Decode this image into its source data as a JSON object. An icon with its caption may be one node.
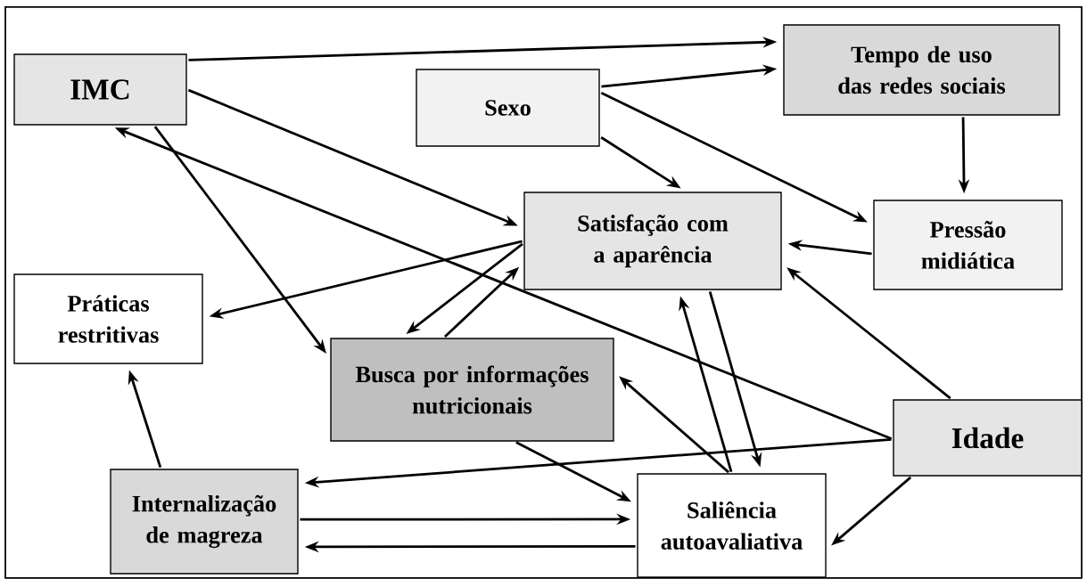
{
  "diagram": {
    "nodes": [
      {
        "text": [
          "IMC"
        ]
      },
      {
        "text": [
          "Sexo"
        ]
      },
      {
        "text": [
          "Tempo de uso das redes sociais"
        ]
      },
      {
        "text": [
          "Satisfação com a aparência"
        ]
      },
      {
        "text": [
          "Pressão midiática"
        ]
      },
      {
        "text": [
          "Práticas restritivas"
        ]
      },
      {
        "text": [
          "Busca por informações nutricionais"
        ]
      },
      {
        "text": [
          "Idade"
        ]
      },
      {
        "text": [
          "Internalização de magreza"
        ]
      },
      {
        "text": [
          "Saliência autoavaliativa"
        ]
      }
    ],
    "edges": [
      {
        "from": 0,
        "to": 2,
        "arrow": "to"
      },
      {
        "from": 1,
        "to": 2,
        "arrow": "to"
      },
      {
        "from": 0,
        "to": 3,
        "arrow": "to"
      },
      {
        "from": 0,
        "to": 6,
        "arrow": "to"
      },
      {
        "from": 7,
        "to": 0,
        "arrow": "to"
      },
      {
        "from": 1,
        "to": 3,
        "arrow": "to"
      },
      {
        "from": 1,
        "to": 4,
        "arrow": "to"
      },
      {
        "from": 2,
        "to": 4,
        "arrow": "to"
      },
      {
        "from": 4,
        "to": 3,
        "arrow": "to"
      },
      {
        "from": 3,
        "to": 5,
        "arrow": "to"
      },
      {
        "from": 3,
        "to": 6,
        "arrow": "to"
      },
      {
        "from": 6,
        "to": 3,
        "arrow": "to"
      },
      {
        "from": 7,
        "to": 3,
        "arrow": "to"
      },
      {
        "from": 6,
        "to": 9,
        "arrow": "to"
      },
      {
        "from": 7,
        "to": 8,
        "arrow": "to"
      },
      {
        "from": 9,
        "to": 3,
        "arrow": "to"
      },
      {
        "from": 3,
        "to": 9,
        "arrow": "to"
      },
      {
        "from": 9,
        "to": 6,
        "arrow": "to"
      },
      {
        "from": 8,
        "to": 9,
        "arrow": "to"
      },
      {
        "from": 9,
        "to": 8,
        "arrow": "to"
      },
      {
        "from": 8,
        "to": 5,
        "arrow": "to"
      },
      {
        "from": 7,
        "to": 9,
        "arrow": "to"
      }
    ]
  }
}
